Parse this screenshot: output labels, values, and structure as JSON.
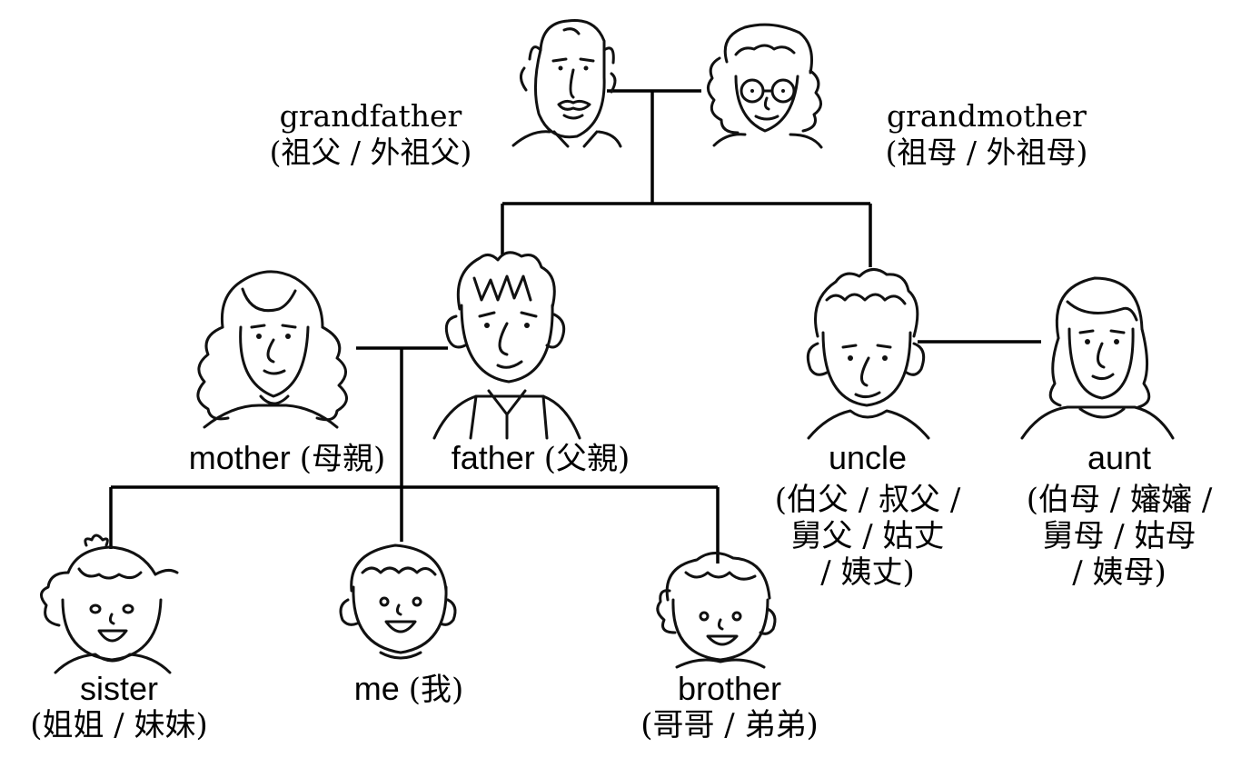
{
  "family": {
    "grandfather": {
      "en": "grandfather",
      "zh": "(祖父 / 外祖父)"
    },
    "grandmother": {
      "en": "grandmother",
      "zh": "(祖母 / 外祖母)"
    },
    "mother": {
      "en": "mother",
      "zh": "(母親)"
    },
    "father": {
      "en": "father",
      "zh": "(父親)"
    },
    "uncle": {
      "en": "uncle",
      "zh_line1": "(伯父 / 叔父 /",
      "zh_line2": "舅父 / 姑丈",
      "zh_line3": "/ 姨丈)"
    },
    "aunt": {
      "en": "aunt",
      "zh_line1": "(伯母 / 嬸嬸 /",
      "zh_line2": "舅母 / 姑母",
      "zh_line3": "/ 姨母)"
    },
    "sister": {
      "en": "sister",
      "zh": "(姐姐 / 妹妹)"
    },
    "me": {
      "en": "me",
      "zh": "(我)"
    },
    "brother": {
      "en": "brother",
      "zh": "(哥哥 / 弟弟)"
    }
  },
  "colors": {
    "line": "#000000",
    "background": "#ffffff"
  }
}
